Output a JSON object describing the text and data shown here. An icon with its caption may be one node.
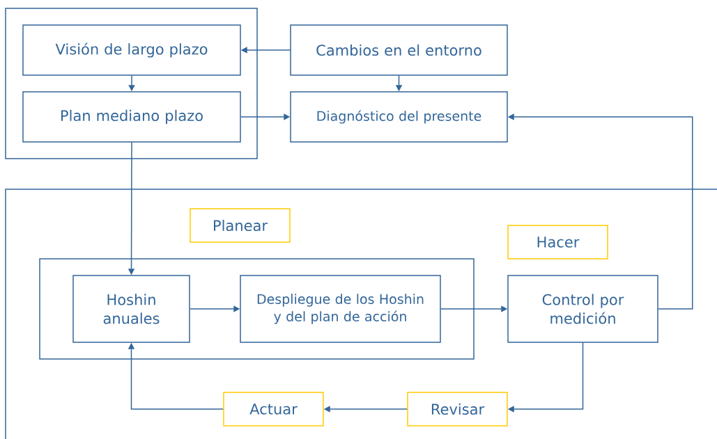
{
  "diagram": {
    "nodes": [
      {
        "text": [],
        "shape": "box"
      },
      {
        "text": [
          "Visión de largo plazo"
        ],
        "in": 0
      },
      {
        "text": [
          "Plan mediano plazo"
        ],
        "in": 0
      },
      {
        "text": [
          "Cambios en el entorno"
        ]
      },
      {
        "text": [
          "Diagnóstico del presente"
        ]
      },
      {
        "text": [],
        "shape": "box"
      },
      {
        "text": [
          "Planear"
        ],
        "in": 5
      },
      {
        "text": [
          "Hacer"
        ],
        "in": 5
      },
      {
        "text": [],
        "shape": "box",
        "in": 5
      },
      {
        "text": [
          "Hoshin anuales"
        ],
        "in": 8
      },
      {
        "text": [
          "Despliegue de los Hoshin y del plan de acción"
        ],
        "in": 8
      },
      {
        "text": [
          "Control por medición"
        ],
        "in": 5
      },
      {
        "text": [
          "Actuar"
        ],
        "in": 5
      },
      {
        "text": [
          "Revisar"
        ],
        "in": 5
      }
    ],
    "edges": [
      {
        "from": 3,
        "to": 1,
        "arrow": "to"
      },
      {
        "from": 1,
        "to": 2,
        "arrow": "to"
      },
      {
        "from": 3,
        "to": 4,
        "arrow": "to"
      },
      {
        "from": 2,
        "to": 4,
        "arrow": "to"
      },
      {
        "from": 2,
        "to": 9,
        "arrow": "to"
      },
      {
        "from": 9,
        "to": 10,
        "arrow": "to"
      },
      {
        "from": 10,
        "to": 11,
        "arrow": "to"
      },
      {
        "from": 11,
        "to": 4,
        "arrow": "to"
      },
      {
        "from": 11,
        "to": 13,
        "arrow": "to"
      },
      {
        "from": 13,
        "to": 12,
        "arrow": "to"
      },
      {
        "from": 12,
        "to": 9,
        "arrow": "to"
      }
    ]
  }
}
